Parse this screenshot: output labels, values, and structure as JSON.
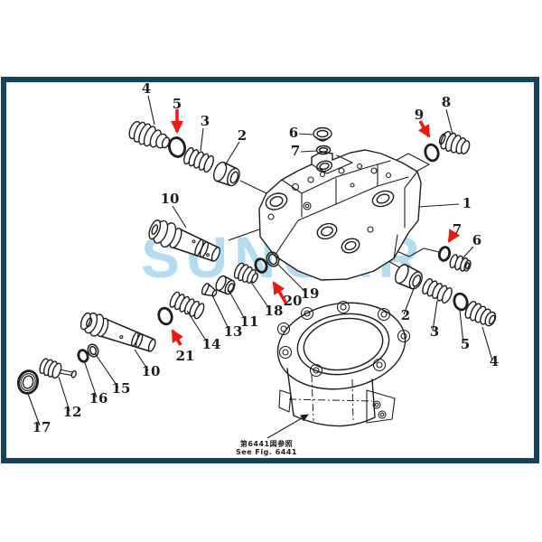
{
  "watermark": "SUNCAR",
  "caption": {
    "jp": "第6441図参照",
    "en": "See Fig. 6441"
  },
  "colors": {
    "frame": "#16425f",
    "line": "#1e1e1e",
    "arrow": "#ec1a0f",
    "watermark": "#b4dcf1"
  },
  "red_arrows_point_to": [
    "5",
    "9",
    "7",
    "20",
    "21"
  ],
  "labels": [
    {
      "text": "4"
    },
    {
      "text": "5"
    },
    {
      "text": "3"
    },
    {
      "text": "2"
    },
    {
      "text": "10"
    },
    {
      "text": "6"
    },
    {
      "text": "7"
    },
    {
      "text": "9"
    },
    {
      "text": "8"
    },
    {
      "text": "1"
    },
    {
      "text": "7"
    },
    {
      "text": "6"
    },
    {
      "text": "19"
    },
    {
      "text": "20"
    },
    {
      "text": "18"
    },
    {
      "text": "11"
    },
    {
      "text": "13"
    },
    {
      "text": "14"
    },
    {
      "text": "21"
    },
    {
      "text": "10"
    },
    {
      "text": "15"
    },
    {
      "text": "16"
    },
    {
      "text": "12"
    },
    {
      "text": "17"
    },
    {
      "text": "2"
    },
    {
      "text": "3"
    },
    {
      "text": "5"
    },
    {
      "text": "4"
    }
  ]
}
